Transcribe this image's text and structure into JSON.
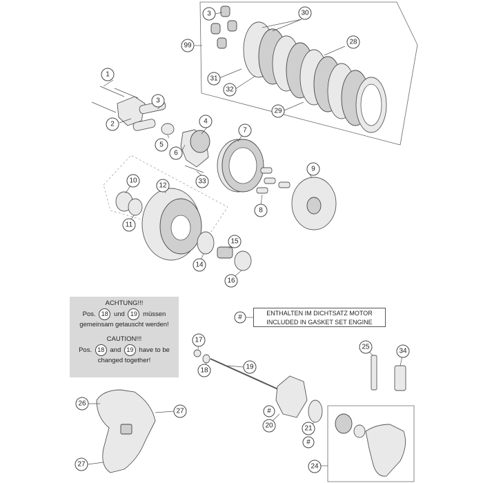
{
  "callouts": {
    "c1": "1",
    "c2": "2",
    "c3": "3",
    "c4": "4",
    "c5": "5",
    "c6": "6",
    "c7": "7",
    "c8": "8",
    "c9": "9",
    "c10": "10",
    "c11": "11",
    "c12": "12",
    "c14": "14",
    "c15": "15",
    "c16": "16",
    "c17": "17",
    "c18": "18",
    "c19": "19",
    "c20": "20",
    "c21": "21",
    "c24": "24",
    "c25": "25",
    "c26": "26",
    "c27a": "27",
    "c27b": "27",
    "c28": "28",
    "c29": "29",
    "c30": "30",
    "c31": "31",
    "c32": "32",
    "c33": "33",
    "c34": "34",
    "c99": "99",
    "hash1": "#",
    "hash2": "#",
    "hash3": "#"
  },
  "note": {
    "german_title": "ACHTUNG!!!",
    "german_pos": "Pos.",
    "german_ref_a": "18",
    "german_und": "und",
    "german_ref_b": "19",
    "german_mid": "müssen",
    "german_line2": "gemeinsam getauscht werden!",
    "english_title": "CAUTION!!!",
    "english_pos": "Pos.",
    "english_ref_a": "18",
    "english_and": "and",
    "english_ref_b": "19",
    "english_mid": "have to be",
    "english_line2": "changed together!"
  },
  "gasket_note": {
    "symbol": "#",
    "line1": "ENTHALTEN IM DICHTSATZ MOTOR",
    "line2": "INCLUDED IN GASKET SET ENGINE"
  }
}
